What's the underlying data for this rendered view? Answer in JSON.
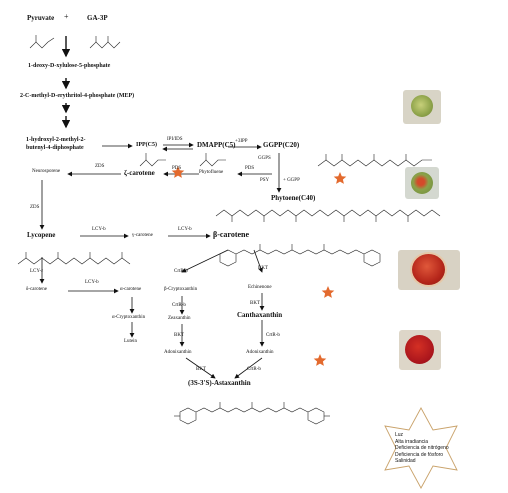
{
  "diagram": {
    "top": {
      "pyruvate": "Pyruvate",
      "plus": "+",
      "ga3p": "GA-3P",
      "dxp": "1-deoxy-D-xylulose-5-phosphate",
      "mep": "2-C-methyl-D-erythritol-4-phosphate (MEP)",
      "hmbpp_line1": "1-hydroxyl-2-methyl-2-",
      "hmbpp_line2": "butenyl-4-diphosphate"
    },
    "isoprenoids": {
      "ipp": "IPP(C5)",
      "idi": "IPI/IDS",
      "dmapp": "DMAPP(C5)",
      "ipp3": "+3IPP",
      "ggpp": "GGPP(C20)",
      "ggps": "GGPS",
      "psy": "PSY",
      "plus_ggpp": "+ GGPP",
      "phytoene": "Phytoene(C40)",
      "pds": "PDS",
      "phytofluene": "Phytofluene"
    },
    "carotenes": {
      "neurosporene": "Neurosporene",
      "zds1": "ZDS",
      "zds2": "ZDS",
      "zeta_carotene": "ζ-carotene",
      "pds": "PDS",
      "lycopene": "Lycopene",
      "lcyb_top": "LCY-b",
      "gamma_carotene": "γ-carotene",
      "lcyb_top2": "LCY-b",
      "beta_carotene": "β-carotene",
      "lcye": "LCY-ε",
      "delta_carotene": "δ-carotene",
      "lcyb_mid": "LCY-b",
      "alpha_carotene": "α-carotene",
      "cryptoxanthin_alpha": "α-Cryptoxanthin",
      "lutein": "Lutein"
    },
    "xanthophylls": {
      "crtrb1": "CrtR-b",
      "bkt1": "BKT",
      "beta_cryptoxanthin": "β-Cryptoxanthin",
      "echinenone": "Echinenone",
      "crtrb2": "CrtR-b",
      "bkt2": "BKT",
      "zeaxanthin": "Zeaxanthin",
      "canthaxanthin": "Canthaxanthin",
      "bkt3": "BKT",
      "crtrb3": "CrtR-b",
      "adonixanthin1": "Adonixanthin",
      "adonixanthin2": "Adonixanthin",
      "bkt4": "BKT",
      "crtrb4": "CrtR-b",
      "astaxanthin": "(3S-3'S)-Astaxanthin"
    }
  },
  "stress_note": {
    "lines": [
      "Luz",
      "Alta irradiancia",
      "Deficiencia de nitrógeno",
      "Deficiencia de fósforo",
      "Salinidad"
    ]
  },
  "colors": {
    "star": "#e36a2e",
    "star_outline": "#c9a26a",
    "cell_green": "#9bb04a",
    "cell_red": "#c7261c"
  }
}
